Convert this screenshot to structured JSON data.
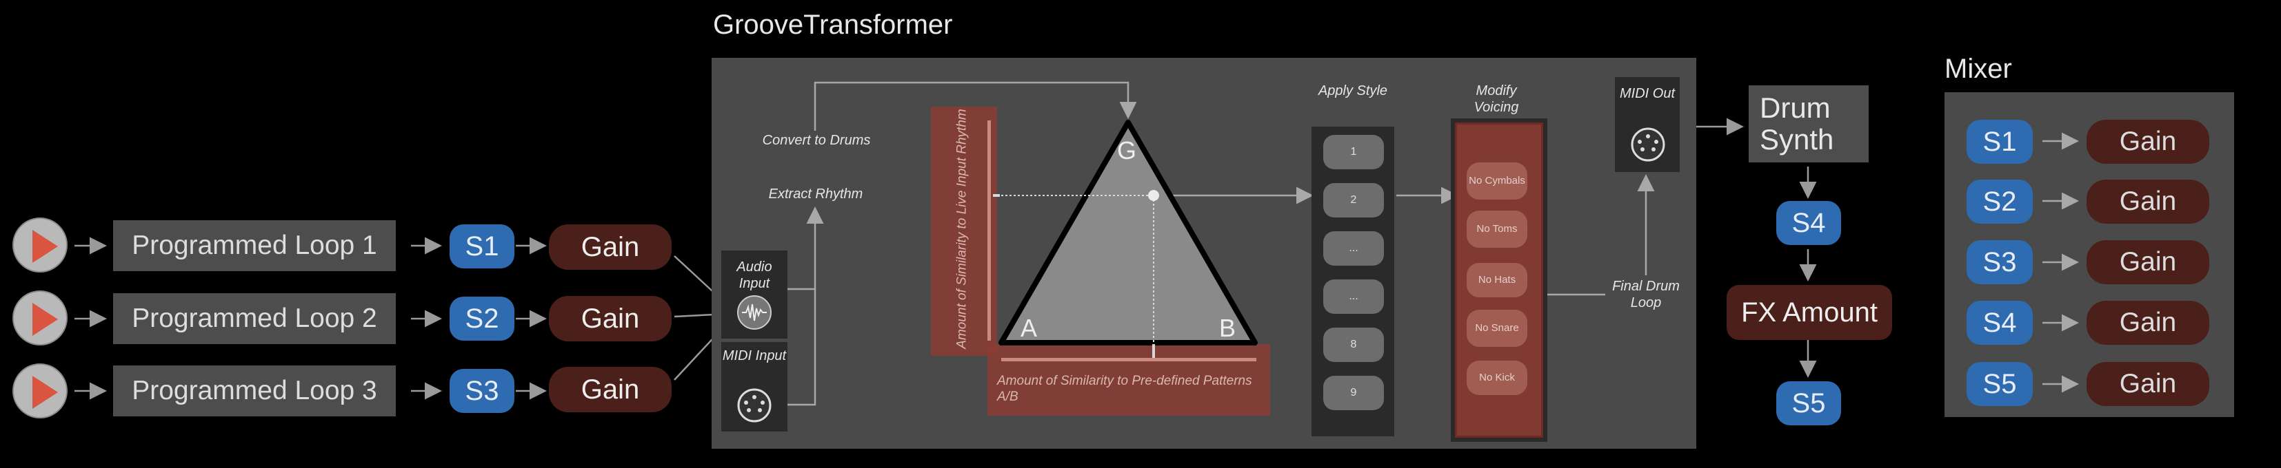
{
  "groove_title": "GrooveTransformer",
  "mixer_title": "Mixer",
  "loops": [
    {
      "label": "Programmed Loop 1",
      "send": "S1",
      "gain": "Gain"
    },
    {
      "label": "Programmed Loop 2",
      "send": "S2",
      "gain": "Gain"
    },
    {
      "label": "Programmed Loop 3",
      "send": "S3",
      "gain": "Gain"
    }
  ],
  "gt": {
    "convert": "Convert to Drums",
    "extract": "Extract Rhythm",
    "audio_input": "Audio Input",
    "midi_input": "MIDI Input",
    "similarity_live": "Amount of Similarity to Live Input Rhythm",
    "similarity_ab": "Amount of Similarity to Pre-defined Patterns A/B",
    "corner_g": "G",
    "corner_a": "A",
    "corner_b": "B",
    "apply_style": "Apply Style",
    "modify_voicing": "Modify Voicing",
    "midi_out": "MIDI Out",
    "final_loop": "Final Drum Loop",
    "styles": [
      "1",
      "2",
      "...",
      "...",
      "8",
      "9"
    ],
    "voicings": [
      "No Cymbals",
      "No Toms",
      "No Hats",
      "No Snare",
      "No Kick"
    ]
  },
  "drum_synth": "Drum Synth",
  "s4": "S4",
  "fx_amount": "FX Amount",
  "s5": "S5",
  "mixer": [
    {
      "send": "S1",
      "gain": "Gain"
    },
    {
      "send": "S2",
      "gain": "Gain"
    },
    {
      "send": "S3",
      "gain": "Gain"
    },
    {
      "send": "S4",
      "gain": "Gain"
    },
    {
      "send": "S5",
      "gain": "Gain"
    }
  ],
  "colors": {
    "blue": "#2f6bb0",
    "dark_red": "#4b1f1a",
    "panel": "#4a4a4a",
    "overlay_red": "#8b3c33"
  }
}
